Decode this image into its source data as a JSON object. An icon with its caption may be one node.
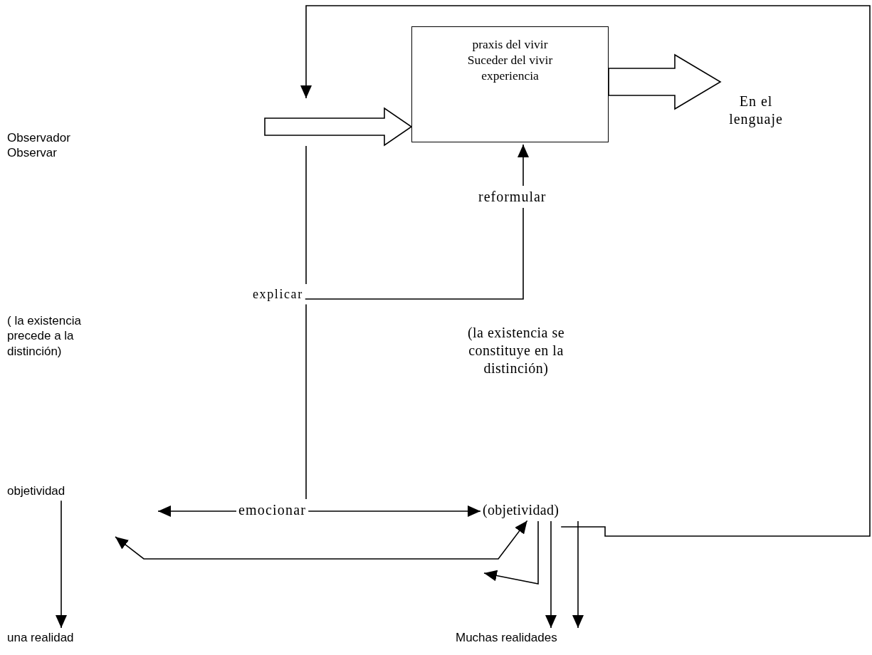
{
  "diagram": {
    "nodes": [
      {
        "text": [
          "praxis del vivir Suceder del vivir experiencia"
        ]
      },
      {
        "text": [
          "En el lenguaje"
        ]
      },
      {
        "text": [
          "Observador Observar"
        ]
      },
      {
        "text": [
          "explicar"
        ]
      },
      {
        "text": [
          "reformular"
        ]
      },
      {
        "text": [
          "( la existencia precede a la distinción)"
        ]
      },
      {
        "text": [
          "(la existencia se constituye en la distinción)"
        ]
      },
      {
        "text": [
          "objetividad"
        ]
      },
      {
        "text": [
          "emocionar"
        ]
      },
      {
        "text": [
          "(objetividad)"
        ]
      },
      {
        "text": [
          "una realidad"
        ]
      },
      {
        "text": [
          "Muchas realidades"
        ]
      }
    ],
    "edges": [
      {
        "from": 0,
        "to": 1,
        "arrow": "to",
        "style": "thick"
      },
      {
        "from": null,
        "to": 0,
        "arrow": "to",
        "style": "thick"
      },
      {
        "from": 9,
        "to": null,
        "arrow": "to"
      },
      {
        "from": 3,
        "to": null,
        "arrow": "none"
      },
      {
        "from": 3,
        "to": 8,
        "arrow": "none"
      },
      {
        "from": 3,
        "to": 4,
        "arrow": "none"
      },
      {
        "from": 4,
        "to": 0,
        "arrow": "to"
      },
      {
        "from": 8,
        "to": null,
        "arrow": "to"
      },
      {
        "from": 8,
        "to": 9,
        "arrow": "to"
      },
      {
        "from": null,
        "to": 9,
        "arrow": "both"
      },
      {
        "from": 9,
        "to": null,
        "arrow": "to"
      },
      {
        "from": 9,
        "to": 11,
        "arrow": "to"
      },
      {
        "from": 9,
        "to": 11,
        "arrow": "to"
      },
      {
        "from": 7,
        "to": 10,
        "arrow": "to"
      }
    ]
  }
}
